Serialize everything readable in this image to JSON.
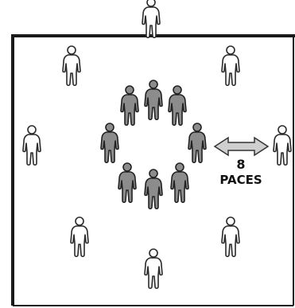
{
  "diagram": {
    "distance_value": "8",
    "distance_unit": "PACES",
    "outer_figures": 8,
    "inner_figures": 8
  },
  "colors": {
    "background": "#ffffff",
    "frame": "#1a1a1a",
    "outer_figure_fill": "#ffffff",
    "outer_figure_stroke": "#2a2a2a",
    "inner_figure_fill": "#8c8c8c",
    "inner_figure_stroke": "#222222",
    "arrow_fill": "#cfcfcf",
    "arrow_stroke": "#333333"
  }
}
